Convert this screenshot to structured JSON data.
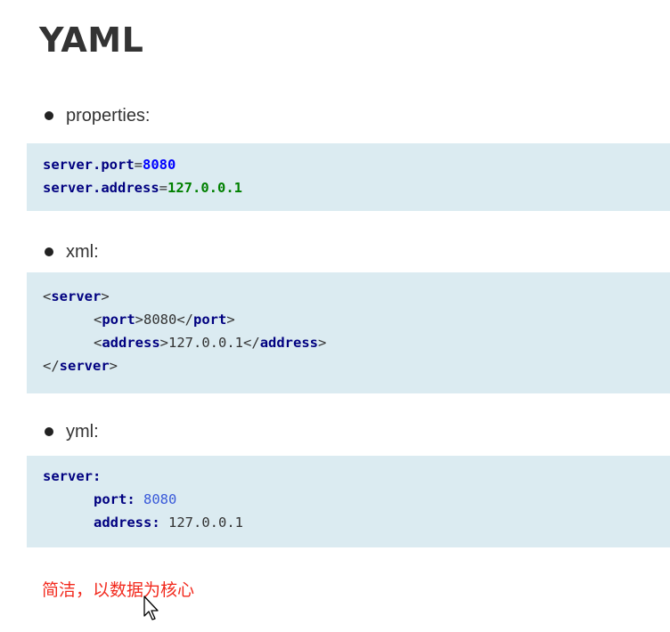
{
  "title": "YAML",
  "sections": {
    "properties": {
      "label": "properties:",
      "lines": [
        {
          "key": "server.port",
          "sep": "=",
          "value": "8080"
        },
        {
          "key": "server.address",
          "sep": "=",
          "value": "127.0.0.1"
        }
      ]
    },
    "xml": {
      "label": "xml:",
      "open_server": {
        "lt": "<",
        "tag": "server",
        "gt": ">"
      },
      "port": {
        "lt": "<",
        "tag": "port",
        "gt": ">",
        "value": "8080",
        "close_lt": "</",
        "close_tag": "port",
        "close_gt": ">"
      },
      "address": {
        "lt": "<",
        "tag": "address",
        "gt": ">",
        "value": "127.0.0.1",
        "close_lt": "</",
        "close_tag": "address",
        "close_gt": ">"
      },
      "close_server": {
        "lt": "</",
        "tag": "server",
        "gt": ">"
      }
    },
    "yml": {
      "label": "yml:",
      "root_key": "server",
      "colon": ":",
      "port_key": "port",
      "port_value": "8080",
      "address_key": "address",
      "address_value": "127.0.0.1"
    }
  },
  "footnote": "简洁，以数据为核心",
  "icons": {
    "bullet": "bullet-dot-icon",
    "cursor": "mouse-pointer-icon"
  },
  "colors": {
    "code_bg": "#dbebf1",
    "keyword": "#000080",
    "number_blue": "#0000ff",
    "number_green": "#008000",
    "footnote": "#f22a1e"
  }
}
